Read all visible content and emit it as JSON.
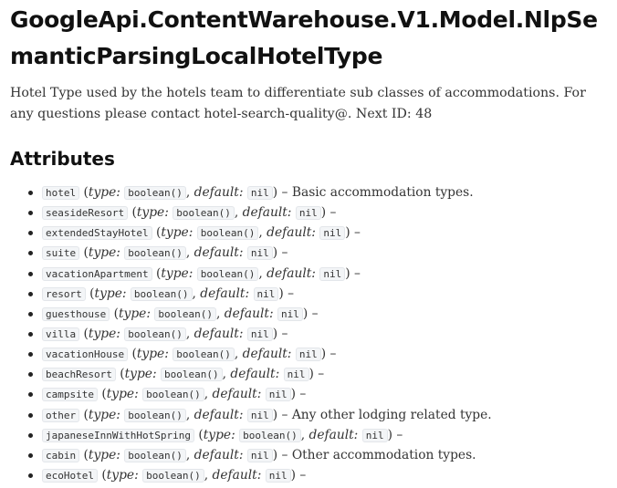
{
  "page": {
    "title": "GoogleApi.ContentWarehouse.V1.Model.NlpSemanticParsingLocalHotelType",
    "description": "Hotel Type used by the hotels team to differentiate sub classes of accommodations. For any questions please contact hotel-search-quality@. Next ID: 48",
    "section_heading": "Attributes"
  },
  "labels": {
    "type_label": "type:",
    "default_label": "default:"
  },
  "attributes": [
    {
      "name": "hotel",
      "type": "boolean()",
      "default": "nil",
      "description": "Basic accommodation types."
    },
    {
      "name": "seasideResort",
      "type": "boolean()",
      "default": "nil",
      "description": ""
    },
    {
      "name": "extendedStayHotel",
      "type": "boolean()",
      "default": "nil",
      "description": ""
    },
    {
      "name": "suite",
      "type": "boolean()",
      "default": "nil",
      "description": ""
    },
    {
      "name": "vacationApartment",
      "type": "boolean()",
      "default": "nil",
      "description": ""
    },
    {
      "name": "resort",
      "type": "boolean()",
      "default": "nil",
      "description": ""
    },
    {
      "name": "guesthouse",
      "type": "boolean()",
      "default": "nil",
      "description": ""
    },
    {
      "name": "villa",
      "type": "boolean()",
      "default": "nil",
      "description": ""
    },
    {
      "name": "vacationHouse",
      "type": "boolean()",
      "default": "nil",
      "description": ""
    },
    {
      "name": "beachResort",
      "type": "boolean()",
      "default": "nil",
      "description": ""
    },
    {
      "name": "campsite",
      "type": "boolean()",
      "default": "nil",
      "description": ""
    },
    {
      "name": "other",
      "type": "boolean()",
      "default": "nil",
      "description": "Any other lodging related type."
    },
    {
      "name": "japaneseInnWithHotSpring",
      "type": "boolean()",
      "default": "nil",
      "description": ""
    },
    {
      "name": "cabin",
      "type": "boolean()",
      "default": "nil",
      "description": "Other accommodation types."
    },
    {
      "name": "ecoHotel",
      "type": "boolean()",
      "default": "nil",
      "description": ""
    }
  ]
}
